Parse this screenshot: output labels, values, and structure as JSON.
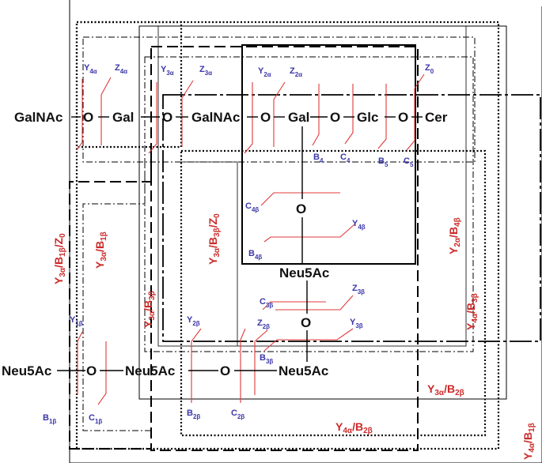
{
  "colors": {
    "chain": "#111111",
    "fragment": "#3b37a8",
    "region": "#cc2a2a",
    "cut_line": "#e03a3a",
    "box": "#000000"
  },
  "chain_labels": {
    "galnac1": "GalNAc",
    "o1": "O",
    "gal1": "Gal",
    "o2": "O",
    "galnac2": "GalNAc",
    "o3": "O",
    "gal2": "Gal",
    "o4": "O",
    "glc": "Glc",
    "o5": "O",
    "cer": "Cer",
    "o_branch": "O",
    "neu5ac_mid": "Neu5Ac",
    "o_branch2": "O",
    "neu5ac_left": "Neu5Ac",
    "o_bottom1": "O",
    "neu5ac_center": "Neu5Ac",
    "o_bottom2": "O",
    "neu5ac_right": "Neu5Ac"
  },
  "fragment_labels": {
    "y4a": {
      "main": "Y",
      "sub": "4α"
    },
    "z4a": {
      "main": "Z",
      "sub": "4α"
    },
    "y3a": {
      "main": "Y",
      "sub": "3α"
    },
    "z3a": {
      "main": "Z",
      "sub": "3α"
    },
    "y2a": {
      "main": "Y",
      "sub": "2α"
    },
    "z2a": {
      "main": "Z",
      "sub": "2α"
    },
    "z0": {
      "main": "Z",
      "sub": "0"
    },
    "b4": {
      "main": "B",
      "sub": "4"
    },
    "c4": {
      "main": "C",
      "sub": "4"
    },
    "b5": {
      "main": "B",
      "sub": "5"
    },
    "c5": {
      "main": "C",
      "sub": "5"
    },
    "c4b": {
      "main": "C",
      "sub": "4β"
    },
    "y4b": {
      "main": "Y",
      "sub": "4β"
    },
    "b4b": {
      "main": "B",
      "sub": "4β"
    },
    "c3b": {
      "main": "C",
      "sub": "3β"
    },
    "z3b": {
      "main": "Z",
      "sub": "3β"
    },
    "z2b": {
      "main": "Z",
      "sub": "2β"
    },
    "y3b": {
      "main": "Y",
      "sub": "3β"
    },
    "b3b": {
      "main": "B",
      "sub": "3β"
    },
    "y2b": {
      "main": "Y",
      "sub": "2β"
    },
    "y1b": {
      "main": "Y",
      "sub": "1β"
    },
    "b1b": {
      "main": "B",
      "sub": "1β"
    },
    "c1b": {
      "main": "C",
      "sub": "1β"
    },
    "b2b": {
      "main": "B",
      "sub": "2β"
    },
    "c2b": {
      "main": "C",
      "sub": "2β"
    }
  },
  "region_labels": {
    "y3a_b1b_z0": [
      {
        "main": "Y",
        "sub": "3α"
      },
      {
        "main": "/B",
        "sub": "1β"
      },
      {
        "main": "/Z",
        "sub": "0"
      }
    ],
    "y3a_b1b": [
      {
        "main": "Y",
        "sub": "3α"
      },
      {
        "main": "/B",
        "sub": "1β"
      }
    ],
    "y3a_b3b_z0": [
      {
        "main": "Y",
        "sub": "3α"
      },
      {
        "main": "/B",
        "sub": "3β"
      },
      {
        "main": "/Z",
        "sub": "0"
      }
    ],
    "y3a_b3b": [
      {
        "main": "Y",
        "sub": "3α"
      },
      {
        "main": "/B",
        "sub": "3β"
      }
    ],
    "y2a_b4b": [
      {
        "main": "Y",
        "sub": "2α"
      },
      {
        "main": "/B",
        "sub": "4β"
      }
    ],
    "y4a_b3b": [
      {
        "main": "Y",
        "sub": "4α"
      },
      {
        "main": "/B",
        "sub": "3β"
      }
    ],
    "y3a_b2b": [
      {
        "main": "Y",
        "sub": "3α"
      },
      {
        "main": "/B",
        "sub": "2β"
      }
    ],
    "y4a_b2b": [
      {
        "main": "Y",
        "sub": "4α"
      },
      {
        "main": "/B",
        "sub": "2β"
      }
    ],
    "y4a_b1b": [
      {
        "main": "Y",
        "sub": "4α"
      },
      {
        "main": "/B",
        "sub": "1β"
      }
    ]
  }
}
